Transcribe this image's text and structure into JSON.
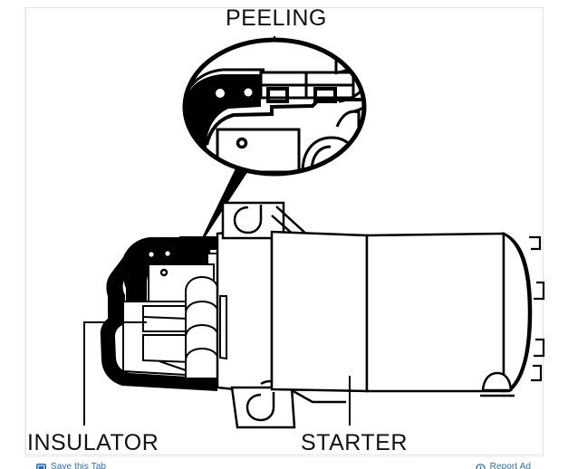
{
  "document": {
    "kind": "technical-line-drawing",
    "subject": "Starter motor with insulator — peeling inspection"
  },
  "viewer": {
    "frame_border_color": "#e2e2e2",
    "background_color": "#ffffff"
  },
  "diagram": {
    "labels": {
      "peeling": "PEELING",
      "insulator": "INSULATOR",
      "starter": "STARTER"
    },
    "detail_callout": {
      "shape": "ellipse",
      "name": "magnified-detail-circle",
      "pointer": "tapered-wedge"
    },
    "line_color": "#000000",
    "fill_color": "#000000"
  },
  "bottom_bar": {
    "left_icon": "checkbox-icon",
    "left_label": "Save this Tab",
    "right_icon": "report-icon",
    "right_label": "Report Ad",
    "link_color": "#2b6cb8"
  }
}
